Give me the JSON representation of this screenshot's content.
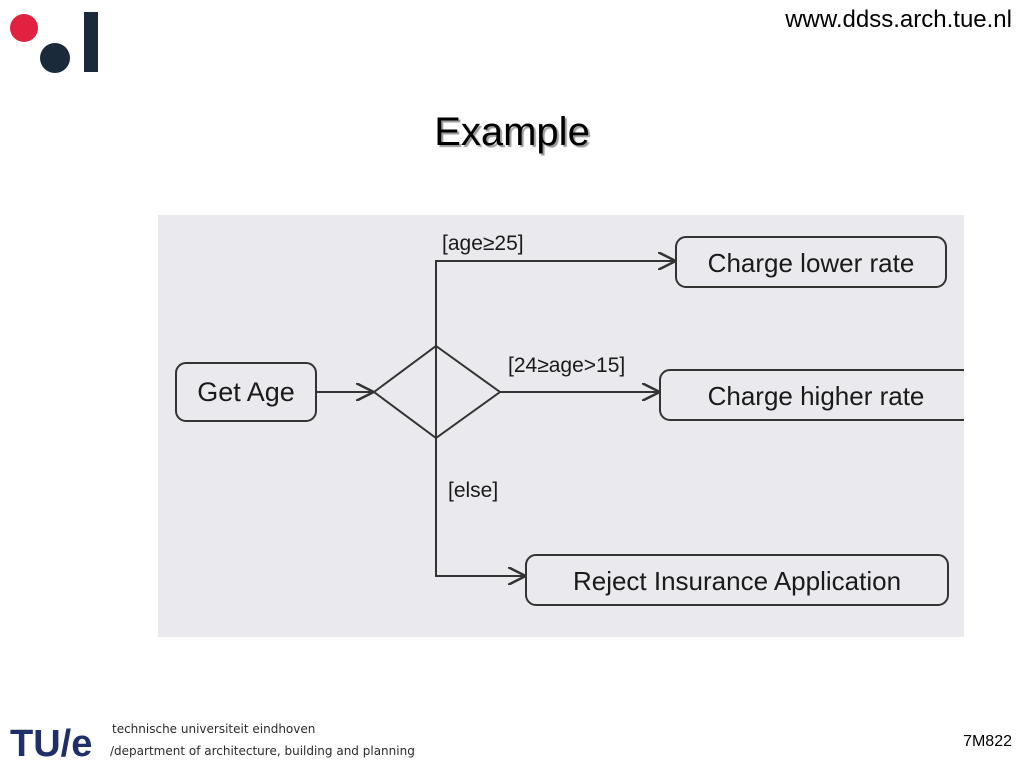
{
  "header": {
    "url": "www.ddss.arch.tue.nl",
    "title": "Example"
  },
  "diagram": {
    "nodes": {
      "get_age": "Get Age",
      "charge_lower": "Charge lower rate",
      "charge_higher": "Charge higher rate",
      "reject": "Reject Insurance Application"
    },
    "guards": {
      "age_ge_25": "[age≥25]",
      "age_24_15": "[24≥age>15]",
      "else": "[else]"
    }
  },
  "footer": {
    "logo_text": "TU/e",
    "university": "technische universiteit eindhoven",
    "department": "/department of architecture, building and planning",
    "page_code": "7M822"
  },
  "colors": {
    "logo_red": "#e2203f",
    "logo_dark": "#1b2a3a",
    "footer_blue": "#1f2f6a",
    "scan_background": "#eaeaee"
  }
}
